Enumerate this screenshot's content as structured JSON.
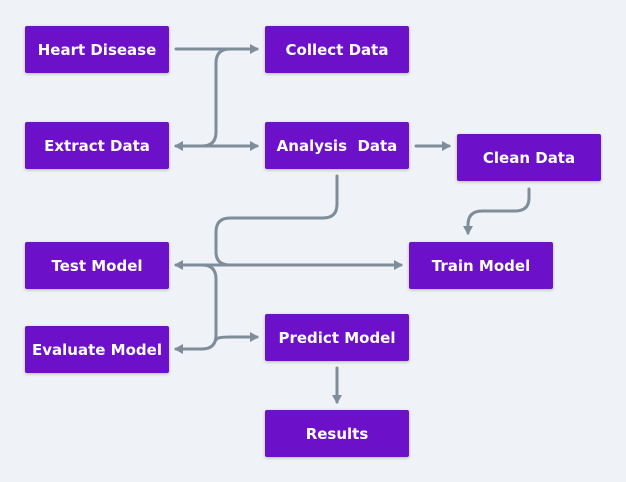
{
  "diagram": {
    "nodes": {
      "heart_disease": "Heart Disease",
      "collect_data": "Collect Data",
      "extract_data": "Extract Data",
      "analysis_data": "Analysis  Data",
      "clean_data": "Clean Data",
      "test_model": "Test Model",
      "train_model": "Train Model",
      "evaluate_model": "Evaluate Model",
      "predict_model": "Predict Model",
      "results": "Results"
    },
    "colors": {
      "node_fill": "#6c11c9",
      "node_text": "#ffffff",
      "connector": "#7f8c9a",
      "background": "#eff3f7"
    }
  }
}
